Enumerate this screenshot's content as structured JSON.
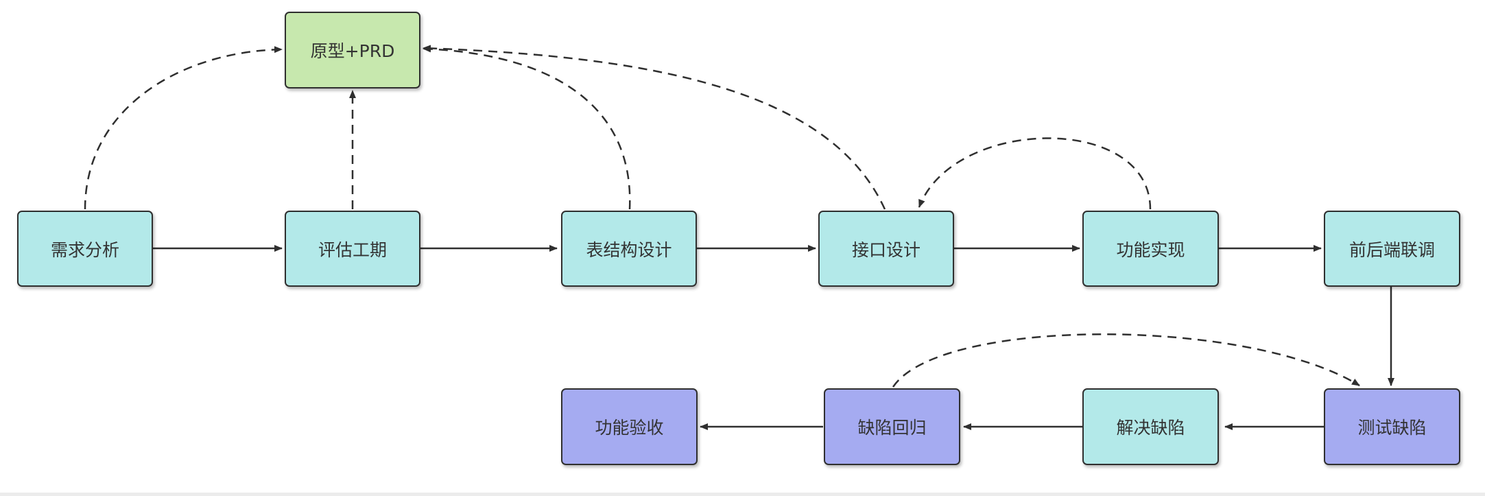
{
  "colors": {
    "process": "#b3e9e9",
    "source": "#c7e8ae",
    "quality": "#a5abf1",
    "stroke": "#2f2f2f"
  },
  "nodes": {
    "prototype_prd": "原型+PRD",
    "requirements_analysis": "需求分析",
    "estimate_schedule": "评估工期",
    "table_structure_design": "表结构设计",
    "api_design": "接口设计",
    "feature_implementation": "功能实现",
    "frontend_backend_integration": "前后端联调",
    "test_defects": "测试缺陷",
    "fix_defects": "解决缺陷",
    "defect_regression": "缺陷回归",
    "feature_acceptance": "功能验收"
  },
  "edges": [
    {
      "from": "requirements_analysis",
      "to": "estimate_schedule",
      "style": "solid"
    },
    {
      "from": "estimate_schedule",
      "to": "table_structure_design",
      "style": "solid"
    },
    {
      "from": "table_structure_design",
      "to": "api_design",
      "style": "solid"
    },
    {
      "from": "api_design",
      "to": "feature_implementation",
      "style": "solid"
    },
    {
      "from": "feature_implementation",
      "to": "frontend_backend_integration",
      "style": "solid"
    },
    {
      "from": "frontend_backend_integration",
      "to": "test_defects",
      "style": "solid"
    },
    {
      "from": "test_defects",
      "to": "fix_defects",
      "style": "solid"
    },
    {
      "from": "fix_defects",
      "to": "defect_regression",
      "style": "solid"
    },
    {
      "from": "defect_regression",
      "to": "feature_acceptance",
      "style": "solid"
    },
    {
      "from": "requirements_analysis",
      "to": "prototype_prd",
      "style": "dashed"
    },
    {
      "from": "estimate_schedule",
      "to": "prototype_prd",
      "style": "dashed"
    },
    {
      "from": "table_structure_design",
      "to": "prototype_prd",
      "style": "dashed"
    },
    {
      "from": "api_design",
      "to": "prototype_prd",
      "style": "dashed"
    },
    {
      "from": "feature_implementation",
      "to": "api_design",
      "style": "dashed"
    },
    {
      "from": "defect_regression",
      "to": "test_defects",
      "style": "dashed"
    }
  ]
}
